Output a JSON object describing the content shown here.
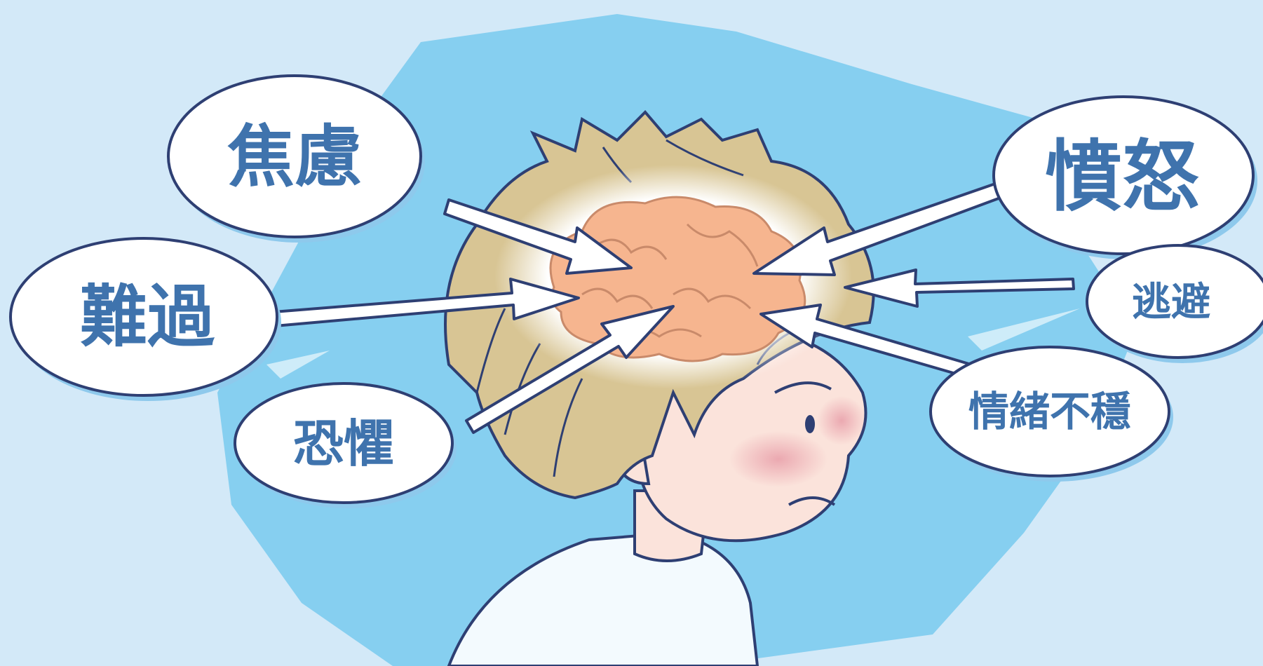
{
  "colors": {
    "background": "#d3e9f8",
    "splash": "#86cff0",
    "text": "#3f73ad",
    "outline": "#2e3f73",
    "brain": "#f6b58f",
    "hair": "#d8c594",
    "skin": "#fbe3db",
    "shirt": "#f3fafe"
  },
  "bubbles": {
    "anxiety": "焦慮",
    "anger": "憤怒",
    "sadness": "難過",
    "avoidance": "逃避",
    "fear": "恐懼",
    "instability": "情緒不穩"
  }
}
